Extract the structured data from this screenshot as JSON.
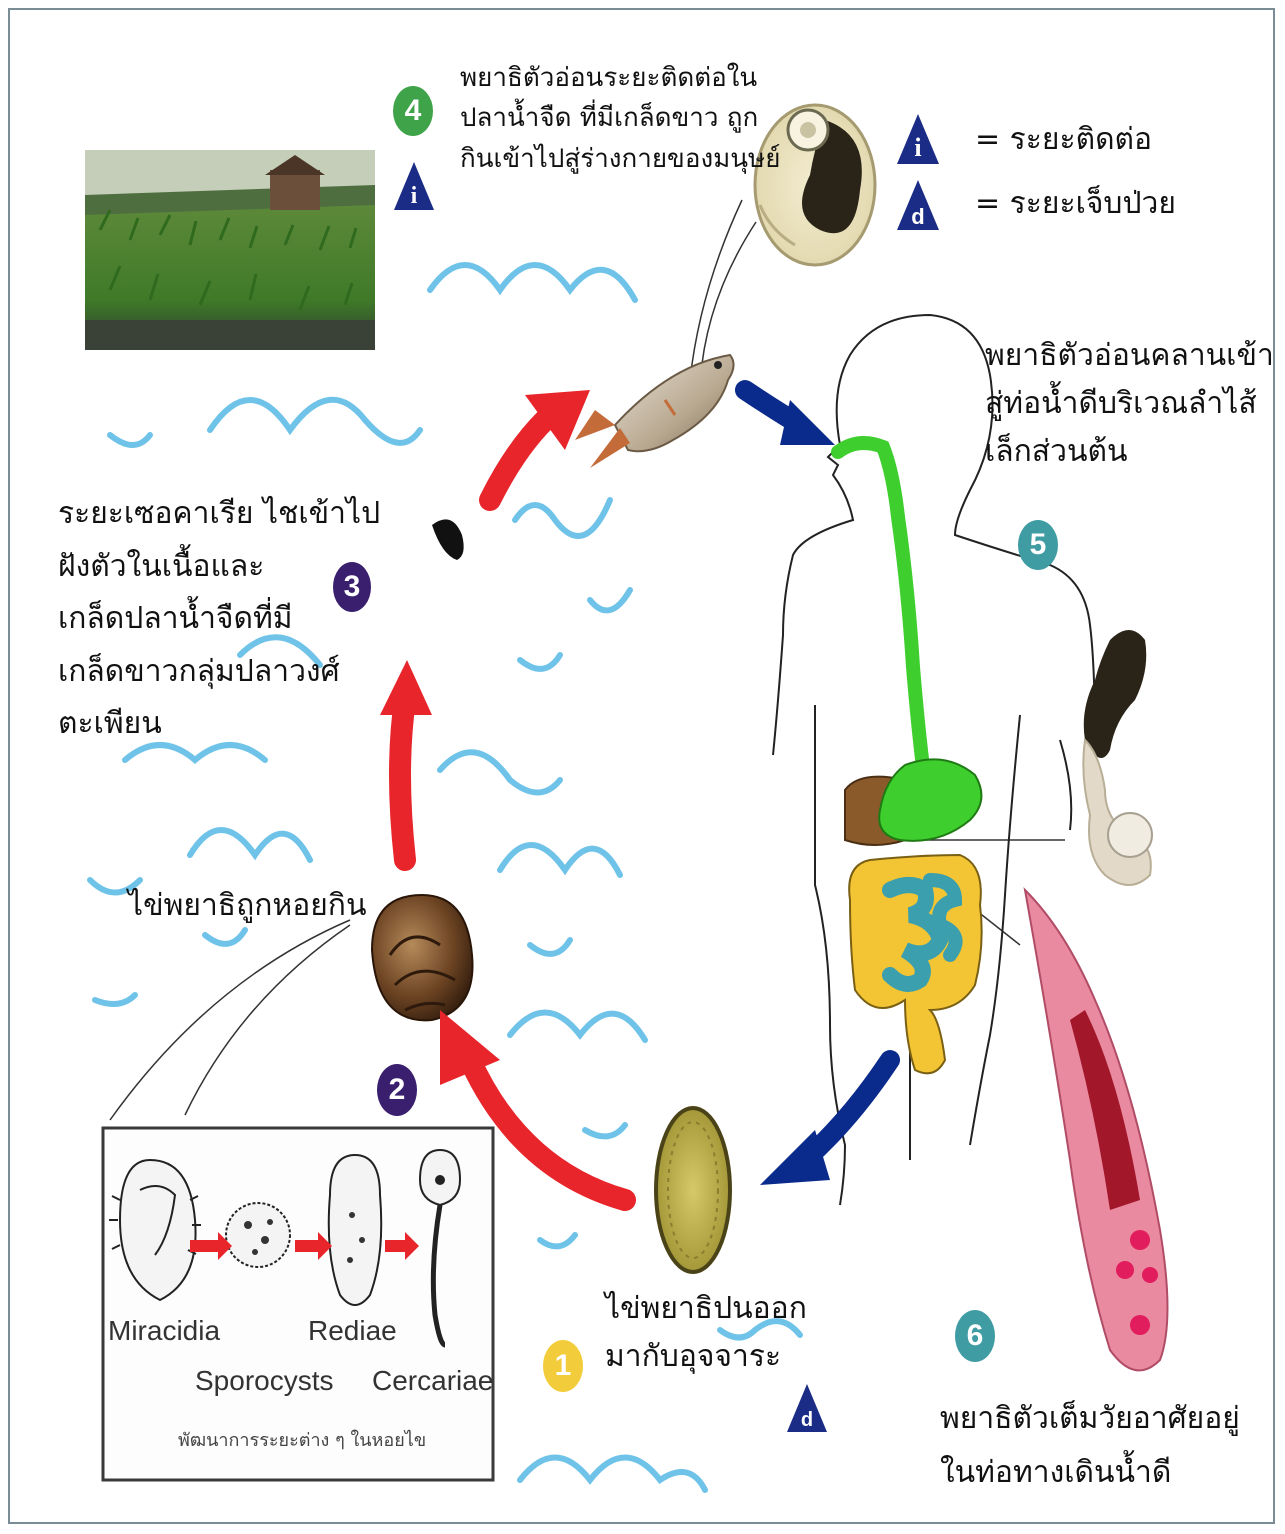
{
  "legend": {
    "infective_symbol": "i",
    "diagnostic_symbol": "d",
    "infective_label": "= ระยะติดต่อ",
    "diagnostic_label": "= ระยะเจ็บป่วย"
  },
  "stages": [
    {
      "number": "1",
      "color": "#f2cc3a",
      "text": "ไข่พยาธิปนออก\nมากับอุจจาระ",
      "marker": "d"
    },
    {
      "number": "2",
      "color": "#3a1f6e",
      "text": "ไข่พยาธิถูกหอยกิน"
    },
    {
      "number": "3",
      "color": "#3a1f6e",
      "text": "ระยะเซอคาเรีย ไชเข้าไป\nฝังตัวในเนื้อและ\nเกล็ดปลาน้ำจืดที่มี\nเกล็ดขาวกลุ่มปลาวงศ์\nตะเพียน"
    },
    {
      "number": "4",
      "color": "#3fa34a",
      "text": "พยาธิตัวอ่อนระยะติดต่อใน\nปลาน้ำจืด ที่มีเกล็ดขาว ถูก\nกินเข้าไปสู่ร่างกายของมนุษย์",
      "marker": "i"
    },
    {
      "number": "5",
      "color": "#3f9ca3",
      "text": "พยาธิตัวอ่อนคลานเข้า\nสู่ท่อน้ำดีบริเวณลำไส้\nเล็กส่วนต้น"
    },
    {
      "number": "6",
      "color": "#3f9ca3",
      "text": "พยาธิตัวเต็มวัยอาศัยอยู่\nในท่อทางเดินน้ำดี"
    }
  ],
  "snail_development": {
    "labels": [
      "Miracidia",
      "Sporocysts",
      "Rediae",
      "Cercariae"
    ],
    "caption": "พัฒนาการระยะต่าง ๆ ในหอยไข"
  },
  "colors": {
    "red_arrow": "#e8252b",
    "blue_arrow": "#0a2a8c",
    "water": "#6fc3e8",
    "liver": "#8b5a2b",
    "stomach": "#3ecf2e",
    "intestine_large": "#f3c534",
    "intestine_small": "#3b9fae",
    "fluke": "#e98aa0"
  }
}
